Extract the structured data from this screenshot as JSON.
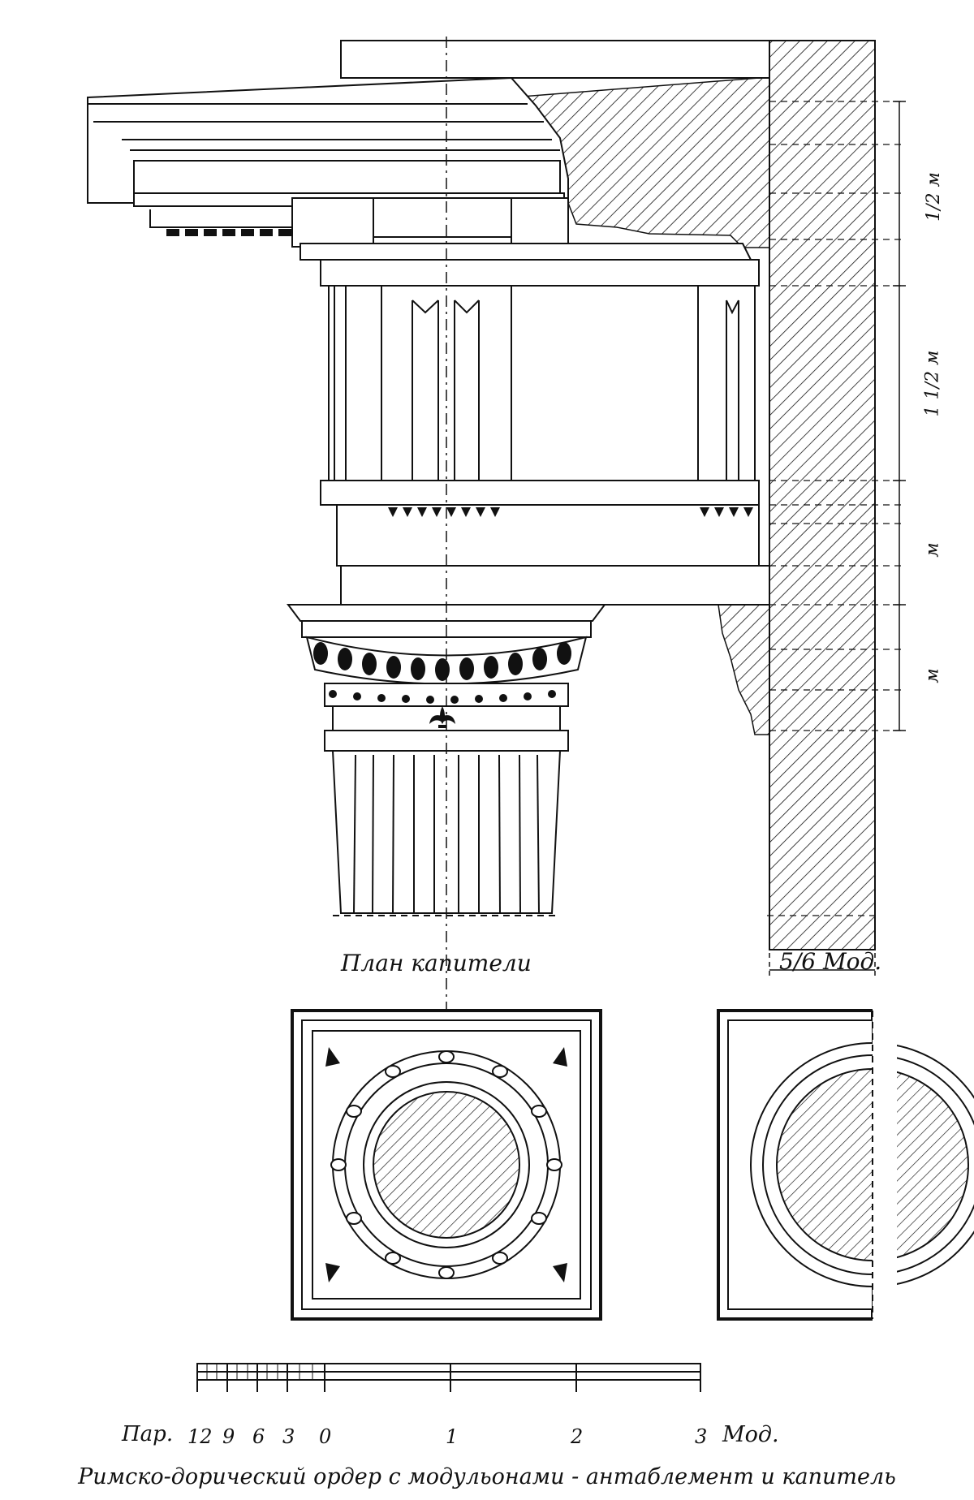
{
  "labels": {
    "plan": "План капители",
    "width": "5/6 Мод.",
    "scale_left": "Пар.",
    "scale_right": "Мод.",
    "caption": "Римско-дорический ордер с модульонами - антаблемент и капитель"
  },
  "dimensions": [
    "1/2 м",
    "1 1/2 м",
    "м",
    "м"
  ],
  "scale_ticks": [
    "12",
    "9",
    "6",
    "3",
    "0",
    "1",
    "2",
    "3"
  ],
  "colors": {
    "ink": "#111111",
    "paper": "#ffffff"
  }
}
